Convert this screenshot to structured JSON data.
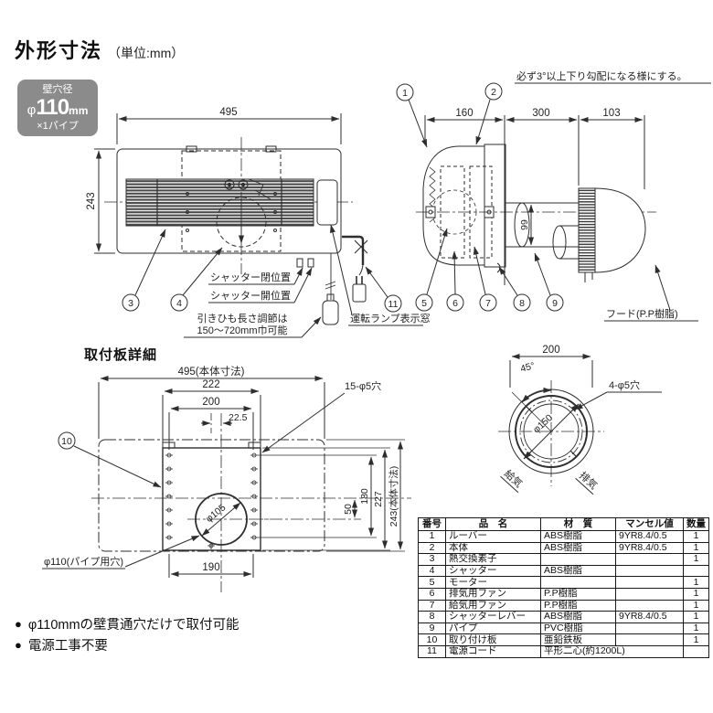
{
  "header": {
    "title": "外形寸法",
    "unit": "（単位:mm）"
  },
  "badge": {
    "label": "壁穴径",
    "phi": "φ",
    "size": "110",
    "unit": "mm",
    "pipes": "×1パイプ"
  },
  "front": {
    "d495": "495",
    "d243": "243",
    "c3": "3",
    "c4": "4",
    "c11": "11",
    "shutter_closed": "シャッター閉位置",
    "shutter_open": "シャッター開位置",
    "pull1": "引きひも長さ調節は",
    "pull2": "150～720mm巾可能",
    "lamp": "運転ランプ表示窓"
  },
  "side": {
    "note": "必ず3°以上下り勾配になる様にする。",
    "d160": "160",
    "d300": "300",
    "d103": "103",
    "d99": "99",
    "c1": "1",
    "c2": "2",
    "c5": "5",
    "c6": "6",
    "c7": "7",
    "c8": "8",
    "c9": "9",
    "hood": "フード(P.P樹脂)"
  },
  "plate": {
    "heading": "取付板詳細",
    "d495": "495(本体寸法)",
    "d222": "222",
    "d200": "200",
    "d225": "22.5",
    "holes": "15-φ5穴",
    "c10": "10",
    "d50": "50",
    "d180": "180",
    "d227": "227",
    "d243": "243(本体寸法)",
    "d190": "190",
    "phi105": "φ105",
    "pipe_hole": "φ110(パイプ用穴)"
  },
  "hood": {
    "d200": "200",
    "d45": "45°",
    "holes": "4-φ5穴",
    "phi150": "φ150",
    "supply": "給気",
    "exhaust": "排気"
  },
  "parts_table": {
    "headers": {
      "no": "番号",
      "name": "品　名",
      "material": "材　質",
      "munsell": "マンセル値",
      "qty": "数量"
    },
    "rows": [
      {
        "no": "1",
        "name": "ルーバー",
        "material": "ABS樹脂",
        "munsell": "9YR8.4/0.5",
        "qty": "1"
      },
      {
        "no": "2",
        "name": "本体",
        "material": "ABS樹脂",
        "munsell": "9YR8.4/0.5",
        "qty": "1"
      },
      {
        "no": "3",
        "name": "熱交換素子",
        "material": "",
        "munsell": "",
        "qty": "1"
      },
      {
        "no": "4",
        "name": "シャッター",
        "material": "ABS樹脂",
        "munsell": "",
        "qty": ""
      },
      {
        "no": "5",
        "name": "モーター",
        "material": "",
        "munsell": "",
        "qty": "1"
      },
      {
        "no": "6",
        "name": "排気用ファン",
        "material": "P.P樹脂",
        "munsell": "",
        "qty": "1"
      },
      {
        "no": "7",
        "name": "給気用ファン",
        "material": "P.P樹脂",
        "munsell": "",
        "qty": "1"
      },
      {
        "no": "8",
        "name": "シャッターレバー",
        "material": "ABS樹脂",
        "munsell": "9YR8.4/0.5",
        "qty": "1"
      },
      {
        "no": "9",
        "name": "パイプ",
        "material": "PVC樹脂",
        "munsell": "",
        "qty": "1"
      },
      {
        "no": "10",
        "name": "取り付け板",
        "material": "亜鉛鉄板",
        "munsell": "",
        "qty": "1"
      },
      {
        "no": "11",
        "name": "電源コード",
        "material": "平形二心(約1200L)",
        "munsell": "",
        "qty": ""
      }
    ]
  },
  "notes": {
    "bullet": "●",
    "n1": "φ110mmの壁貫通穴だけで取付可能",
    "n2": "電源工事不要"
  },
  "colors": {
    "line": "#2e2e2e",
    "badge_bg": "#8b8b8b",
    "text": "#111111"
  }
}
